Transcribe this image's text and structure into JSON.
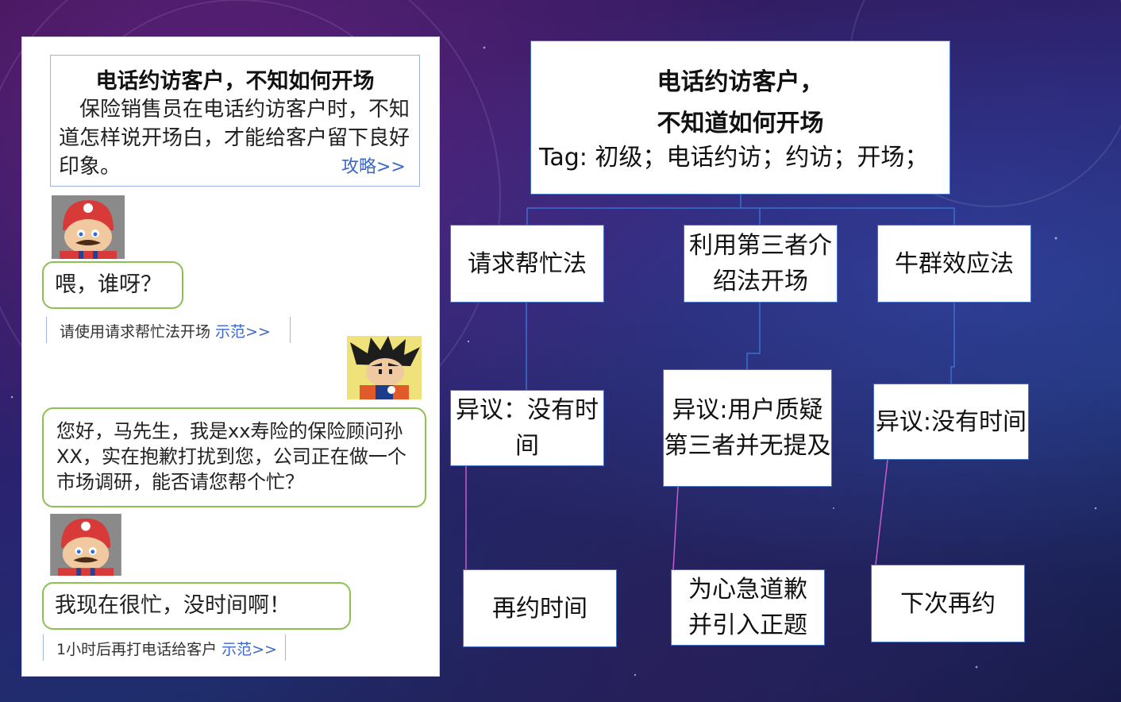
{
  "chat": {
    "intro": {
      "title": "电话约访客户，不知如何开场",
      "body": "保险销售员在电话约访客户时，不知道怎样说开场白，才能给客户留下良好印象。",
      "link": "攻略>>"
    },
    "messages": [
      {
        "speaker": "customer",
        "text": "喂，谁呀？"
      },
      {
        "hint": "请使用请求帮忙法开场",
        "hint_link": "示范>>"
      },
      {
        "speaker": "agent",
        "text": "您好，马先生，我是xx寿险的保险顾问孙XX，实在抱歉打扰到您，公司正在做一个市场调研，能否请您帮个忙？"
      },
      {
        "speaker": "customer",
        "text": "我现在很忙，没时间啊！"
      },
      {
        "hint": "1小时后再打电话给客户",
        "hint_link": "示范>>"
      }
    ]
  },
  "diagram": {
    "root": {
      "title_line1": "电话约访客户，",
      "title_line2": "不知道如何开场",
      "tags": "Tag: 初级；电话约访；约访；开场；"
    },
    "branches": [
      {
        "method": "请求帮忙法",
        "objection": "异议：没有时间",
        "response": "再约时间"
      },
      {
        "method": "利用第三者介绍法开场",
        "objection": "异议:用户质疑第三者并无提及",
        "response": "为心急道歉并引入正题"
      },
      {
        "method": "牛群效应法",
        "objection": "异议:没有时间",
        "response": "下次再约"
      }
    ]
  },
  "colors": {
    "node_border": "#4a72c4",
    "connector_blue": "#3a6fd0",
    "connector_pink": "#c65bd0",
    "bubble_border": "#8cc152",
    "link": "#3b67c9"
  }
}
